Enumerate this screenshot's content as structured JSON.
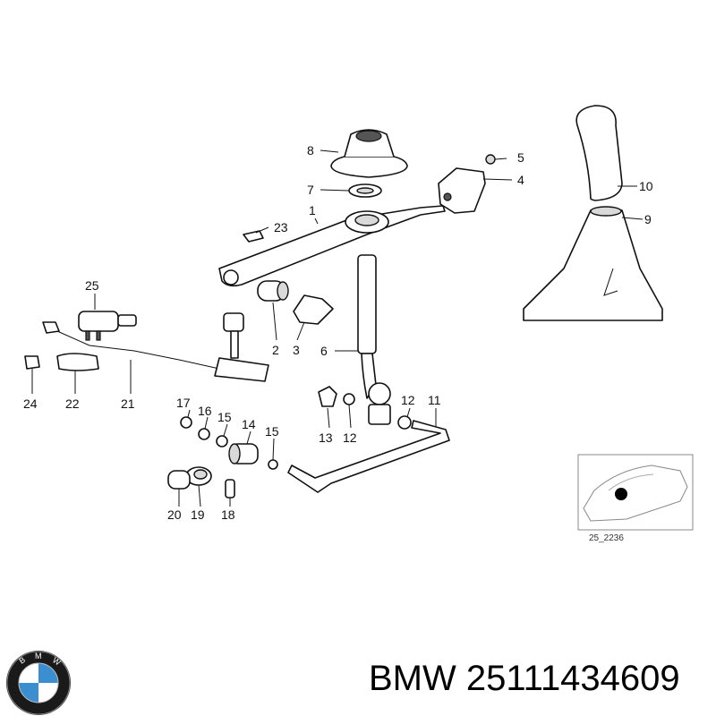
{
  "callouts": {
    "c1": "1",
    "c2": "2",
    "c3": "3",
    "c4": "4",
    "c5": "5",
    "c6": "6",
    "c7": "7",
    "c8": "8",
    "c9": "9",
    "c10": "10",
    "c11": "11",
    "c12a": "12",
    "c12b": "12",
    "c13": "13",
    "c14": "14",
    "c15a": "15",
    "c15b": "15",
    "c16": "16",
    "c17": "17",
    "c18": "18",
    "c19": "19",
    "c20": "20",
    "c21": "21",
    "c22": "22",
    "c23": "23",
    "c24": "24",
    "c25": "25"
  },
  "inset": {
    "code": "25_2236"
  },
  "footer": {
    "brand": "BMW",
    "part_number": "25111434609",
    "logo_letters": "BMW"
  },
  "colors": {
    "logo_blue": "#3b8fd1",
    "logo_ring": "#1a1a1a",
    "line": "#111111"
  }
}
